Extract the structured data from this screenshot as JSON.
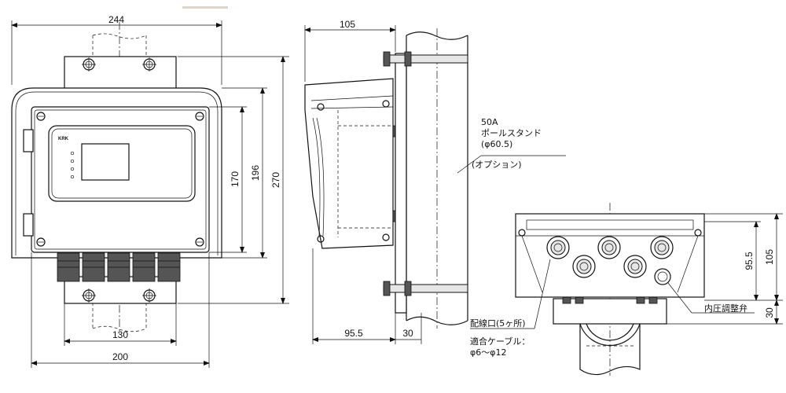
{
  "dimensions": {
    "front_width_top": "244",
    "front_height_total": "270",
    "front_height_196": "196",
    "front_height_170": "170",
    "front_width_130": "130",
    "front_width_200": "200",
    "side_depth_top": "105",
    "side_depth_bottom": "95.5",
    "side_bracket": "30",
    "bottom_height_105": "105",
    "bottom_height_95_5": "95.5",
    "bottom_height_30": "30"
  },
  "labels": {
    "brand": "KRK",
    "pole_line1": "50A",
    "pole_line2": "ポールスタンド",
    "pole_line3": "(φ60.5)",
    "pole_option": "(オプション)",
    "cable_ports": "配線口(5ヶ所)",
    "cable_compat": "適合ケーブル：",
    "cable_range": "φ6～φ12",
    "valve": "内圧調整弁"
  },
  "colors": {
    "line": "#111111",
    "shade": "#e6e6e6",
    "marker": "#e0d4c8"
  }
}
